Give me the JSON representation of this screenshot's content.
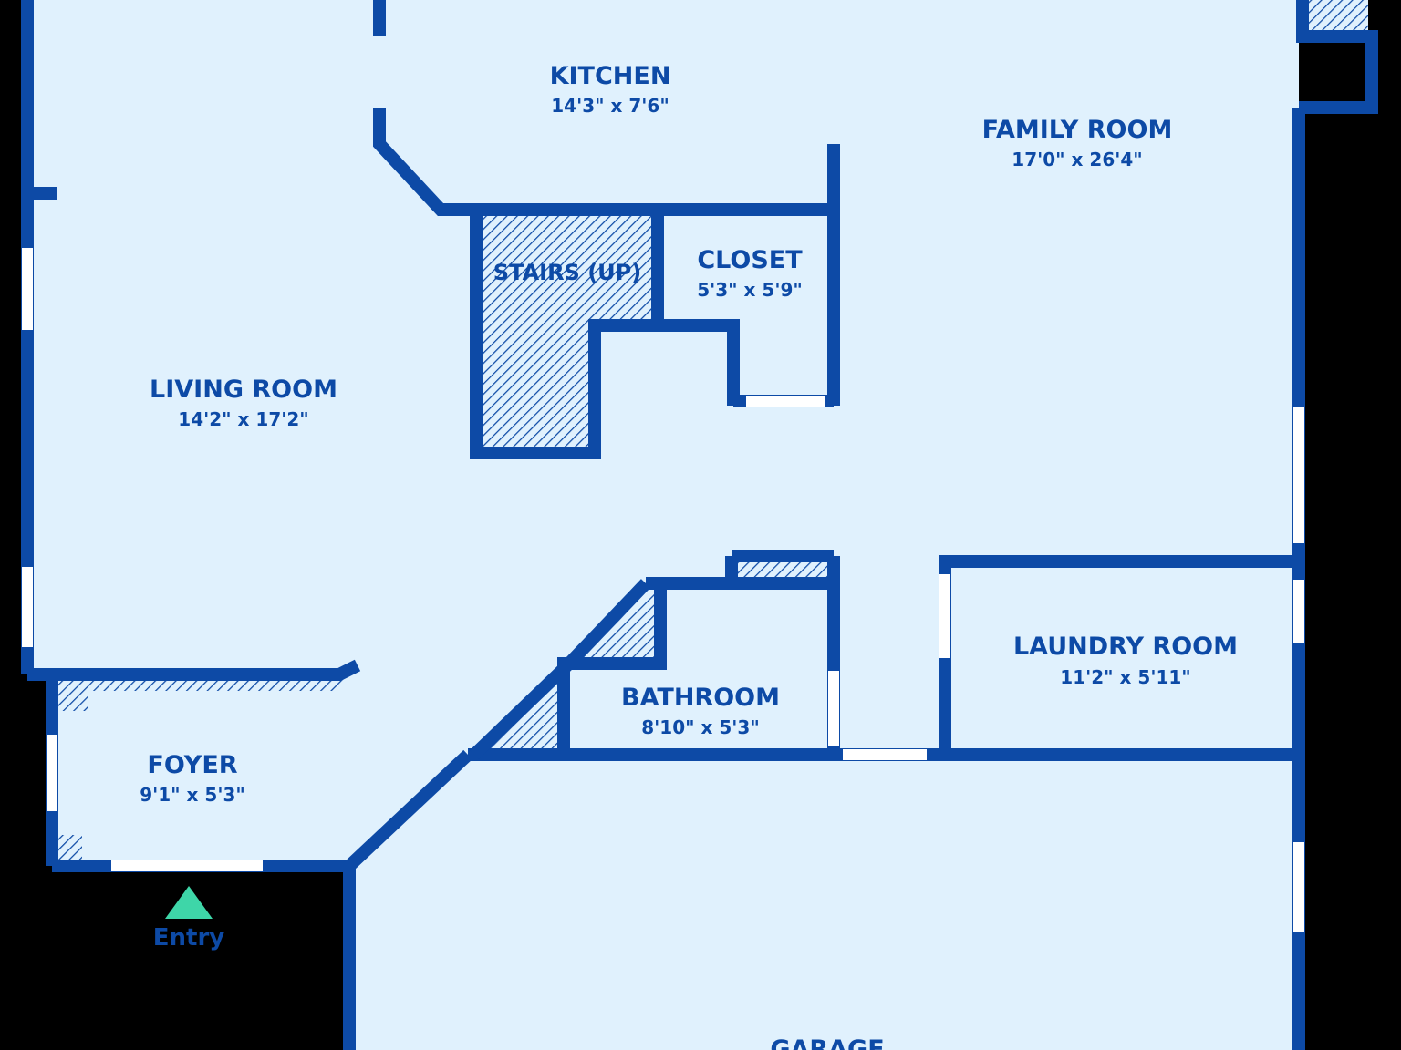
{
  "colors": {
    "background": "#000000",
    "floor": "#e0f1fd",
    "wall": "#0d4aa6",
    "label": "#0d4aa6",
    "window": "#ffffff",
    "entry_marker": "#3ed6a8"
  },
  "rooms": {
    "kitchen": {
      "name": "KITCHEN",
      "dims": "14'3\" x 7'6\""
    },
    "family_room": {
      "name": "FAMILY ROOM",
      "dims": "17'0\" x 26'4\""
    },
    "stairs": {
      "name": "STAIRS (UP)"
    },
    "closet": {
      "name": "CLOSET",
      "dims": "5'3\" x 5'9\""
    },
    "living_room": {
      "name": "LIVING ROOM",
      "dims": "14'2\" x 17'2\""
    },
    "laundry_room": {
      "name": "LAUNDRY ROOM",
      "dims": "11'2\" x 5'11\""
    },
    "bathroom": {
      "name": "BATHROOM",
      "dims": "8'10\" x 5'3\""
    },
    "foyer": {
      "name": "FOYER",
      "dims": "9'1\" x 5'3\""
    },
    "garage": {
      "name": "GARAGE"
    }
  },
  "entry": {
    "label": "Entry",
    "icon": "triangle-up-icon"
  }
}
